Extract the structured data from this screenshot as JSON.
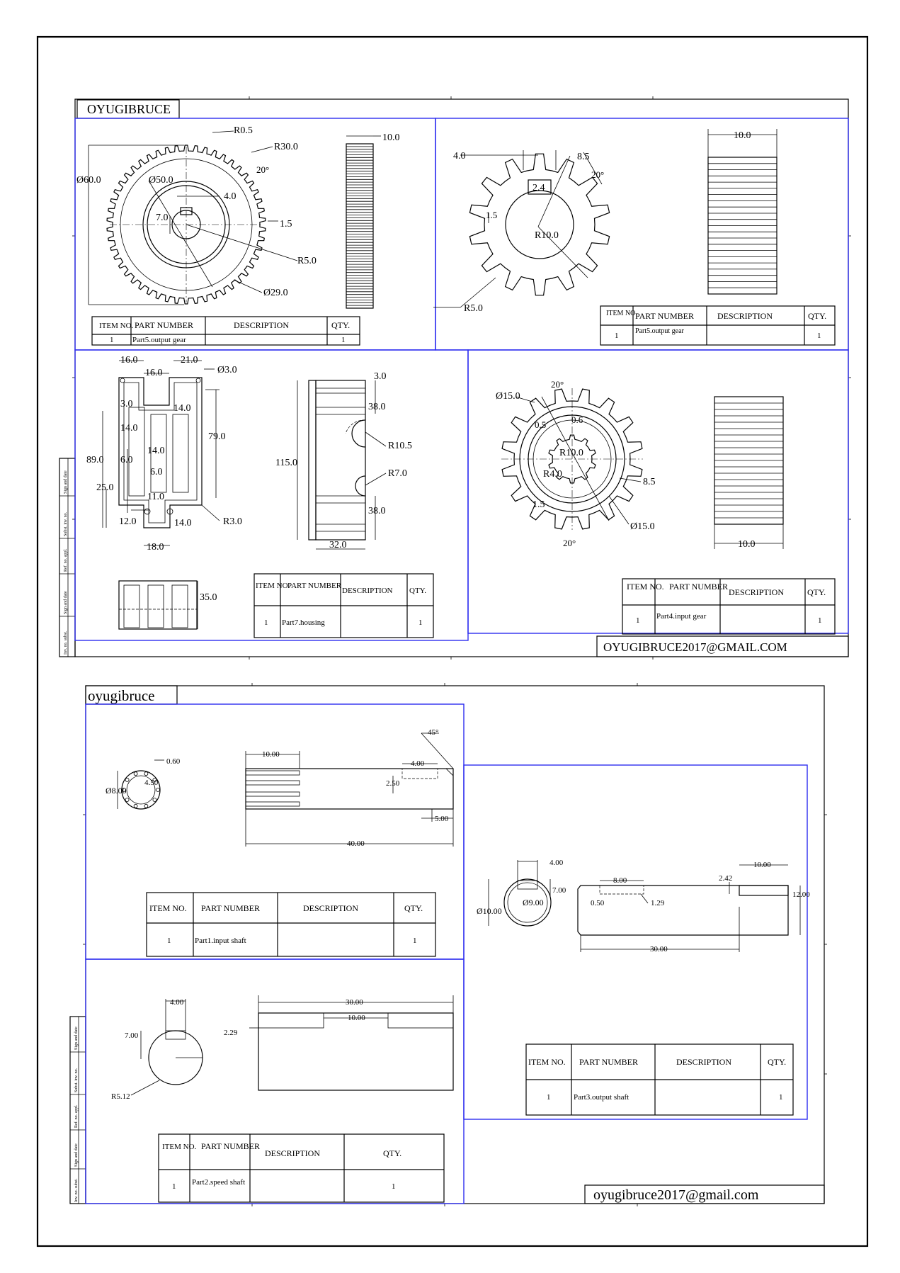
{
  "sheet1": {
    "author_label": "OYUGIBRUCE",
    "email": "OYUGIBRUCE2017@GMAIL.COM",
    "output_gear_front": {
      "dims": [
        "R0.5",
        "R30.0",
        "20°",
        "Ø60.0",
        "Ø50.0",
        "4.0",
        "7.0",
        "1.5",
        "R5.0",
        "Ø29.0"
      ],
      "side_dims": [
        "10.0"
      ],
      "bom": {
        "headers": [
          "ITEM NO.",
          "PART NUMBER",
          "DESCRIPTION",
          "QTY."
        ],
        "row": [
          "1",
          "Part5.output gear",
          "",
          "1"
        ]
      }
    },
    "output_gear_detail": {
      "dims": [
        "4.0",
        "8.5",
        "20°",
        "2.4",
        "1.5",
        "R10.0",
        "R5.0"
      ],
      "side_dims": [
        "10.0"
      ],
      "bom": {
        "headers": [
          "ITEM NO.",
          "PART NUMBER",
          "DESCRIPTION",
          "QTY."
        ],
        "row": [
          "1",
          "Part5.output gear",
          "",
          "1"
        ]
      }
    },
    "housing": {
      "dims": [
        "16.0",
        "16.0",
        "21.0",
        "Ø3.0",
        "3.0",
        "14.0",
        "14.0",
        "79.0",
        "89.0",
        "6.0",
        "14.0",
        "6.0",
        "25.0",
        "11.0",
        "12.0",
        "14.0",
        "R3.0",
        "18.0",
        "35.0"
      ],
      "side_dims": [
        "3.0",
        "38.0",
        "R10.5",
        "115.0",
        "R7.0",
        "38.0",
        "32.0"
      ],
      "bom": {
        "headers": [
          "ITEM NO.",
          "PART NUMBER",
          "DESCRIPTION",
          "QTY."
        ],
        "row": [
          "1",
          "Part7.housing",
          "",
          "1"
        ]
      }
    },
    "input_gear": {
      "dims": [
        "Ø15.0",
        "20°",
        "0.5",
        "0.6",
        "R10.0",
        "R4.0",
        "8.5",
        "1.5",
        "Ø15.0",
        "20°"
      ],
      "side_dims": [
        "10.0"
      ],
      "bom": {
        "headers": [
          "ITEM NO.",
          "PART NUMBER",
          "DESCRIPTION",
          "QTY."
        ],
        "row": [
          "1",
          "Part4.input gear",
          "",
          "1"
        ]
      }
    },
    "side_strip": [
      "Inv. no. subst.",
      "Sign and date",
      "Subst. inv. no.",
      "Ref. no. appl.",
      "Sign and date"
    ]
  },
  "sheet2": {
    "author_label": "oyugibruce",
    "email": "oyugibruce2017@gmail.com",
    "input_shaft": {
      "dims": [
        "0.60",
        "4.50",
        "Ø8.00",
        "10.00",
        "45°",
        "4.00",
        "2.50",
        "5.00",
        "40.00"
      ],
      "bom": {
        "headers": [
          "ITEM NO.",
          "PART NUMBER",
          "DESCRIPTION",
          "QTY."
        ],
        "row": [
          "1",
          "Part1.input shaft",
          "",
          "1"
        ]
      }
    },
    "output_shaft": {
      "dims": [
        "4.00",
        "7.00",
        "Ø9.00",
        "Ø10.00",
        "8.00",
        "0.50",
        "1.29",
        "2.42",
        "10.00",
        "12.00",
        "30.00"
      ],
      "bom": {
        "headers": [
          "ITEM NO.",
          "PART NUMBER",
          "DESCRIPTION",
          "QTY."
        ],
        "row": [
          "1",
          "Part3.output shaft",
          "",
          "1"
        ]
      }
    },
    "speed_shaft": {
      "dims": [
        "4.00",
        "7.00",
        "R5.12",
        "30.00",
        "10.00",
        "2.29"
      ],
      "bom": {
        "headers": [
          "ITEM NO.",
          "PART NUMBER",
          "DESCRIPTION",
          "QTY."
        ],
        "row": [
          "1",
          "Part2.speed shaft",
          "",
          "1"
        ]
      }
    },
    "side_strip": [
      "Inv. no. subst.",
      "Sign and date",
      "Subst. inv. no.",
      "Ref. no. appl.",
      "Sign and date"
    ]
  }
}
